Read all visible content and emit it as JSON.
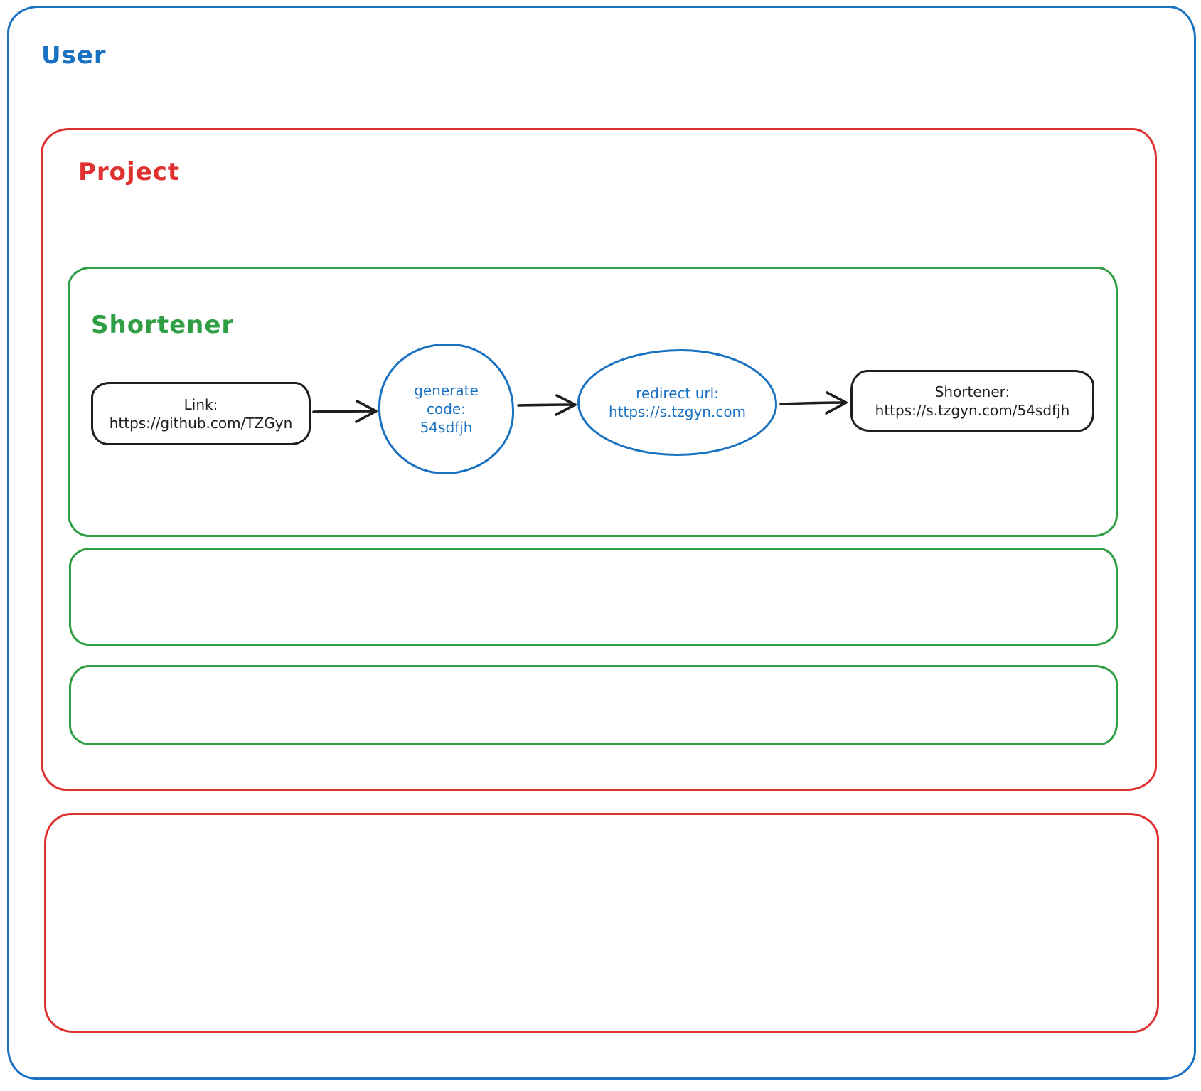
{
  "user": {
    "label": "User"
  },
  "project": {
    "label": "Project"
  },
  "shortener": {
    "label": "Shortener",
    "flow": {
      "link_node": {
        "line1": "Link:",
        "line2": "https://github.com/TZGyn"
      },
      "generate_node": {
        "line1": "generate",
        "line2": "code:",
        "line3": "54sdfjh"
      },
      "redirect_node": {
        "line1": "redirect url:",
        "line2": "https://s.tzgyn.com"
      },
      "result_node": {
        "line1": "Shortener:",
        "line2": "https://s.tzgyn.com/54sdfjh"
      }
    }
  },
  "colors": {
    "user_border": "#1971c2",
    "project_border": "#e03131",
    "shortener_border": "#2f9e44",
    "node_border": "#1e1e1e",
    "blue_text": "#1971c2",
    "arrow": "#1e1e1e"
  },
  "icons": {
    "flow_arrow": "arrow-right-icon"
  }
}
